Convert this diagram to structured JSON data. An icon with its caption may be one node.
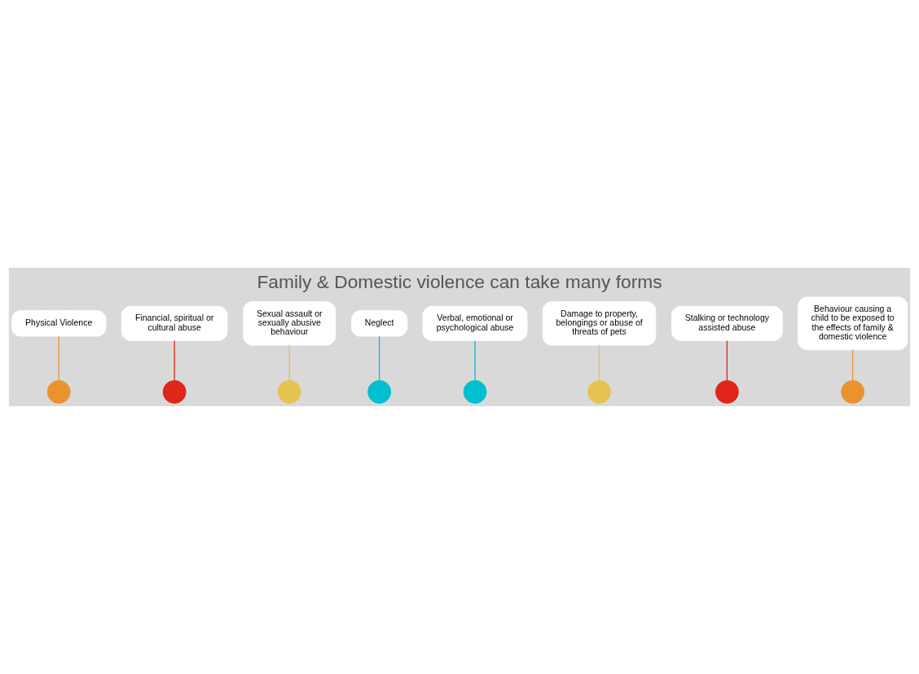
{
  "diagram": {
    "title": "Family & Domestic violence can take many forms",
    "nodes": [
      {
        "text": [
          "Physical Violence"
        ]
      },
      {
        "text": [
          "Financial, spiritual or cultural abuse"
        ]
      },
      {
        "text": [],
        "shape": "circle"
      },
      {
        "text": [],
        "shape": "circle"
      },
      {
        "text": [
          "Sexual assault or sexually abusive behaviour"
        ]
      },
      {
        "text": [],
        "shape": "circle"
      },
      {
        "text": [],
        "shape": "circle"
      },
      {
        "text": [
          "Neglect"
        ]
      },
      {
        "text": [
          "Verbal, emotional or psychological abuse"
        ]
      },
      {
        "text": [],
        "shape": "circle"
      },
      {
        "text": [],
        "shape": "circle"
      },
      {
        "text": [
          "Damage to property, belongings or abuse of threats of pets"
        ]
      },
      {
        "text": [],
        "shape": "circle"
      },
      {
        "text": [],
        "shape": "circle"
      },
      {
        "text": [
          "Stalking or technology assisted abuse"
        ]
      },
      {
        "text": [
          "Behaviour causing a child to be exposed to the effects of family & domestic violence"
        ]
      }
    ],
    "edges": [
      {
        "from": 0,
        "to": 2,
        "arrow": "none",
        "color": "#e8932e"
      },
      {
        "from": 1,
        "to": 3,
        "arrow": "none",
        "color": "#e0261a"
      },
      {
        "from": 4,
        "to": 5,
        "arrow": "none",
        "color": "#e6c350"
      },
      {
        "from": 7,
        "to": 6,
        "arrow": "none",
        "color": "#00bfcf"
      },
      {
        "from": 8,
        "to": 9,
        "arrow": "none",
        "color": "#00bfcf"
      },
      {
        "from": 11,
        "to": 10,
        "arrow": "none",
        "color": "#e6c350"
      },
      {
        "from": 14,
        "to": 12,
        "arrow": "none",
        "color": "#e0261a"
      },
      {
        "from": 15,
        "to": 13,
        "arrow": "none",
        "color": "#e8932e"
      }
    ]
  }
}
